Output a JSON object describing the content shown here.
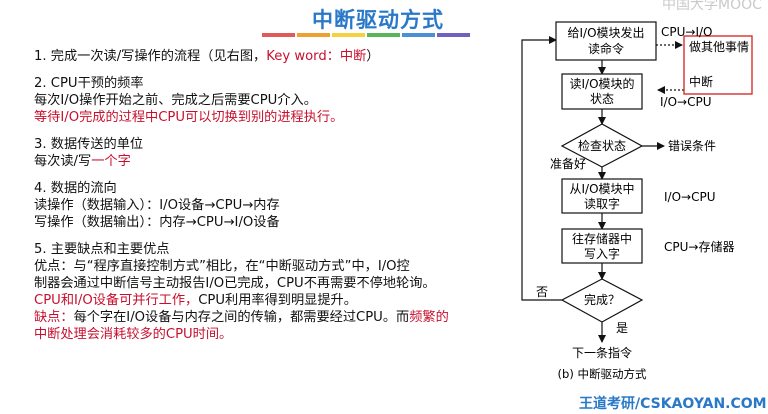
{
  "slide": {
    "title": "中断驱动方式",
    "stripe_colors": [
      "#e05a5a",
      "#f0a030",
      "#f5d040",
      "#5ab55a",
      "#4a90d9",
      "#7060c0"
    ],
    "watermark_top": "中国大学MOOC",
    "watermark_bottom": "王道考研/CSKAOYAN.COM"
  },
  "points": {
    "s1": {
      "head": "1. 完成一次读/写操作的流程（见右图，",
      "key": "Key word：中断",
      "tail": "）"
    },
    "s2": {
      "head": "2. CPU干预的频率",
      "line1": "每次I/O操作开始之前、完成之后需要CPU介入。",
      "line2": "等待I/O完成的过程中CPU可以切换到别的进程执行。"
    },
    "s3": {
      "head": "3. 数据传送的单位",
      "line1a": "每次读/写",
      "line1b": "一个字"
    },
    "s4": {
      "head": "4. 数据的流向",
      "read": "读操作（数据输入）：I/O设备→CPU→内存",
      "write": "写操作（数据输出）：内存→CPU→I/O设备"
    },
    "s5": {
      "head": "5. 主要缺点和主要优点",
      "adv1": "优点：与“程序直接控制方式”相比，在“中断驱动方式”中，I/O控",
      "adv2": "制器会通过中断信号主动报告I/O已完成，CPU不再需要不停地轮询。",
      "adv3a": "CPU和I/O设备可并行工作，",
      "adv3b": "CPU利用率得到明显提升。",
      "dis1a": "缺点：",
      "dis1b": "每个字在I/O设备与内存之间的传输，都需要经过CPU。而",
      "dis1c": "频繁的",
      "dis2": "中断处理会消耗较多的CPU时间。"
    }
  },
  "flow": {
    "box1": [
      "给I/O模块发出",
      "读命令"
    ],
    "box2": [
      "读I/O模块的",
      "状态"
    ],
    "diamond1": "检查状态",
    "box3": [
      "从I/O模块中",
      "读取字"
    ],
    "box4": [
      "往存储器中",
      "写入字"
    ],
    "diamond2": "完成？",
    "label_cpu_io": "CPU→I/O",
    "label_do_other": "做其他事情",
    "label_interrupt": "中断",
    "label_io_cpu": "I/O→CPU",
    "label_error": "错误条件",
    "label_ready": "准备好",
    "label_io_cpu2": "I/O→CPU",
    "label_cpu_mem": "CPU→存储器",
    "label_no": "否",
    "label_yes": "是",
    "label_next": "下一条指令",
    "caption": "(b) 中断驱动方式"
  }
}
